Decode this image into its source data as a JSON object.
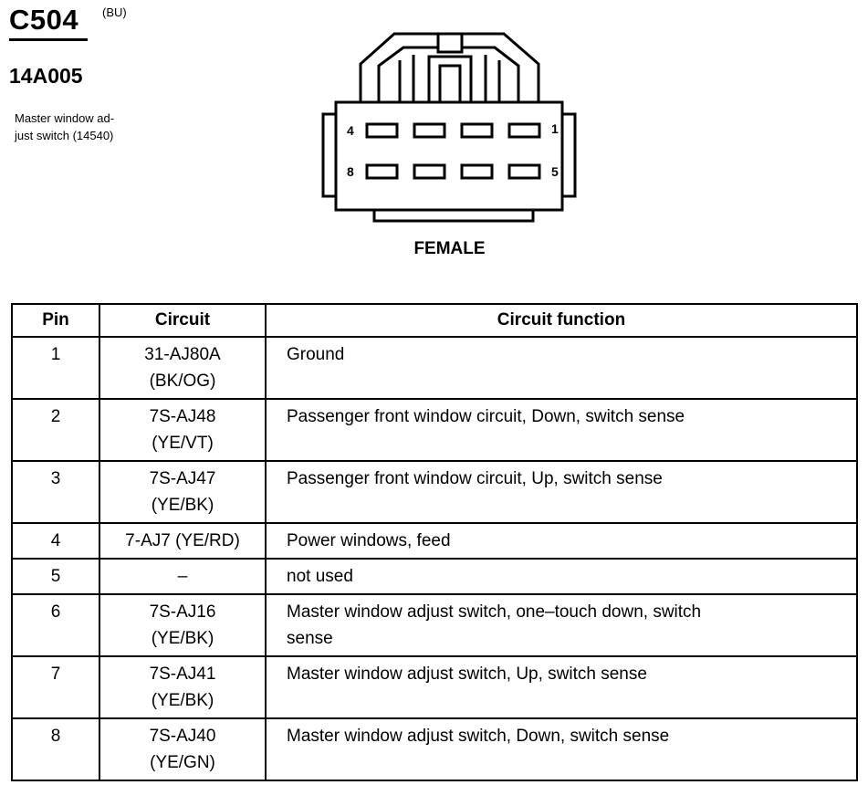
{
  "connector": {
    "id": "C504",
    "color_code": "(BU)",
    "part_number": "14A005",
    "description_lines": [
      "Master window ad-",
      "just switch (14540)"
    ],
    "gender": "FEMALE",
    "pin_labels": {
      "top_left": "4",
      "top_right": "1",
      "bottom_left": "8",
      "bottom_right": "5"
    }
  },
  "table": {
    "headers": {
      "pin": "Pin",
      "circuit": "Circuit",
      "function": "Circuit function"
    },
    "rows": [
      {
        "pin": "1",
        "circuit": [
          "31-AJ80A",
          "(BK/OG)"
        ],
        "function": [
          "Ground"
        ]
      },
      {
        "pin": "2",
        "circuit": [
          "7S-AJ48",
          "(YE/VT)"
        ],
        "function": [
          "Passenger front window circuit, Down, switch sense"
        ]
      },
      {
        "pin": "3",
        "circuit": [
          "7S-AJ47",
          "(YE/BK)"
        ],
        "function": [
          "Passenger front window circuit, Up, switch sense"
        ]
      },
      {
        "pin": "4",
        "circuit": [
          "7-AJ7 (YE/RD)"
        ],
        "function": [
          "Power windows, feed"
        ]
      },
      {
        "pin": "5",
        "circuit": [
          "–"
        ],
        "function": [
          "not used"
        ]
      },
      {
        "pin": "6",
        "circuit": [
          "7S-AJ16",
          "(YE/BK)"
        ],
        "function": [
          "Master window adjust switch, one–touch down, switch",
          "sense"
        ]
      },
      {
        "pin": "7",
        "circuit": [
          "7S-AJ41",
          "(YE/BK)"
        ],
        "function": [
          "Master window adjust switch, Up, switch sense"
        ]
      },
      {
        "pin": "8",
        "circuit": [
          "7S-AJ40",
          "(YE/GN)"
        ],
        "function": [
          "Master window adjust switch, Down, switch sense"
        ]
      }
    ]
  }
}
